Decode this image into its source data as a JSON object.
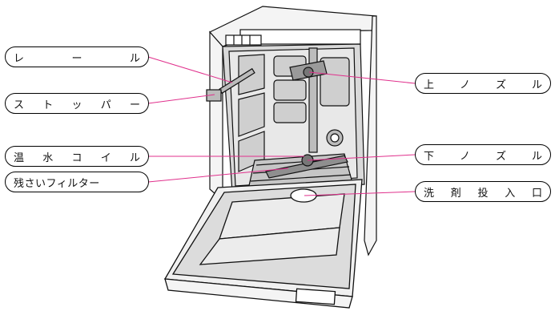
{
  "labels": {
    "rail": "レ　ー　ル",
    "stopper": "ス ト ッ パ ー",
    "heating_coil": "温 水 コ イ ル",
    "filter": "残さいフィルター",
    "upper_nozzle": "上 ノ ズ ル",
    "lower_nozzle": "下 ノ ズ ル",
    "detergent_inlet": "洗 剤 投 入 口"
  },
  "colors": {
    "leader_line": "#e0308c",
    "outline": "#111111",
    "frame": "#f2f2f2",
    "tub": "#d9d9d9",
    "tub_inner": "#ececec"
  }
}
